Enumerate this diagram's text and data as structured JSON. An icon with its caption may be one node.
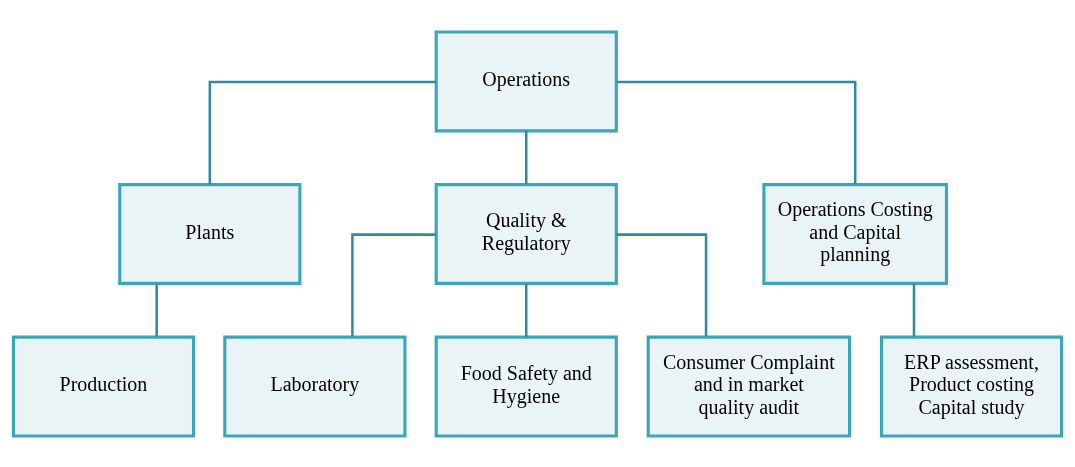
{
  "diagram": {
    "nodes": [
      {
        "text": [
          "Operations"
        ]
      },
      {
        "text": [
          "Plants"
        ]
      },
      {
        "text": [
          "Quality & Regulatory"
        ]
      },
      {
        "text": [
          "Operations Costing and Capital planning"
        ]
      },
      {
        "text": [
          "Production"
        ]
      },
      {
        "text": [
          "Laboratory"
        ]
      },
      {
        "text": [
          "Food Safety and Hygiene"
        ]
      },
      {
        "text": [
          "Consumer Complaint and in market quality audit"
        ]
      },
      {
        "text": [
          "ERP assessment, Product costing Capital study"
        ]
      }
    ],
    "edges": [
      {
        "from": 0,
        "to": 1,
        "arrow": "none"
      },
      {
        "from": 0,
        "to": 2,
        "arrow": "none"
      },
      {
        "from": 0,
        "to": 3,
        "arrow": "none"
      },
      {
        "from": 1,
        "to": 4,
        "arrow": "none"
      },
      {
        "from": 2,
        "to": 5,
        "arrow": "none"
      },
      {
        "from": 2,
        "to": 6,
        "arrow": "none"
      },
      {
        "from": 2,
        "to": 7,
        "arrow": "none"
      },
      {
        "from": 3,
        "to": 8,
        "arrow": "none"
      }
    ]
  }
}
